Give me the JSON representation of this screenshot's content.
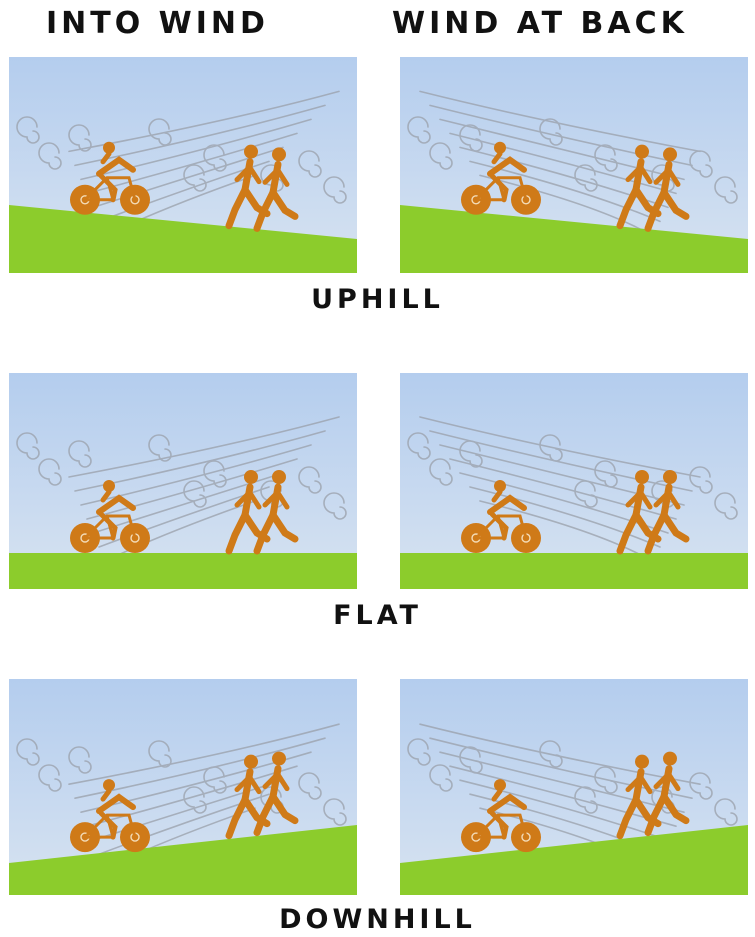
{
  "columns": [
    {
      "title": "INTO WIND",
      "wind": "into"
    },
    {
      "title": "WIND AT BACK",
      "wind": "back"
    }
  ],
  "rows": [
    {
      "label": "UPHILL",
      "terrain": "uphill"
    },
    {
      "label": "FLAT",
      "terrain": "flat"
    },
    {
      "label": "DOWNHILL",
      "terrain": "downhill"
    }
  ],
  "colors": {
    "sky_top": "#b4cdee",
    "sky_bottom": "#d7e3f1",
    "grass": "#8ccc2c",
    "figure": "#cf7a18",
    "wind_lines": "#9aa0aa",
    "text": "#111111"
  }
}
